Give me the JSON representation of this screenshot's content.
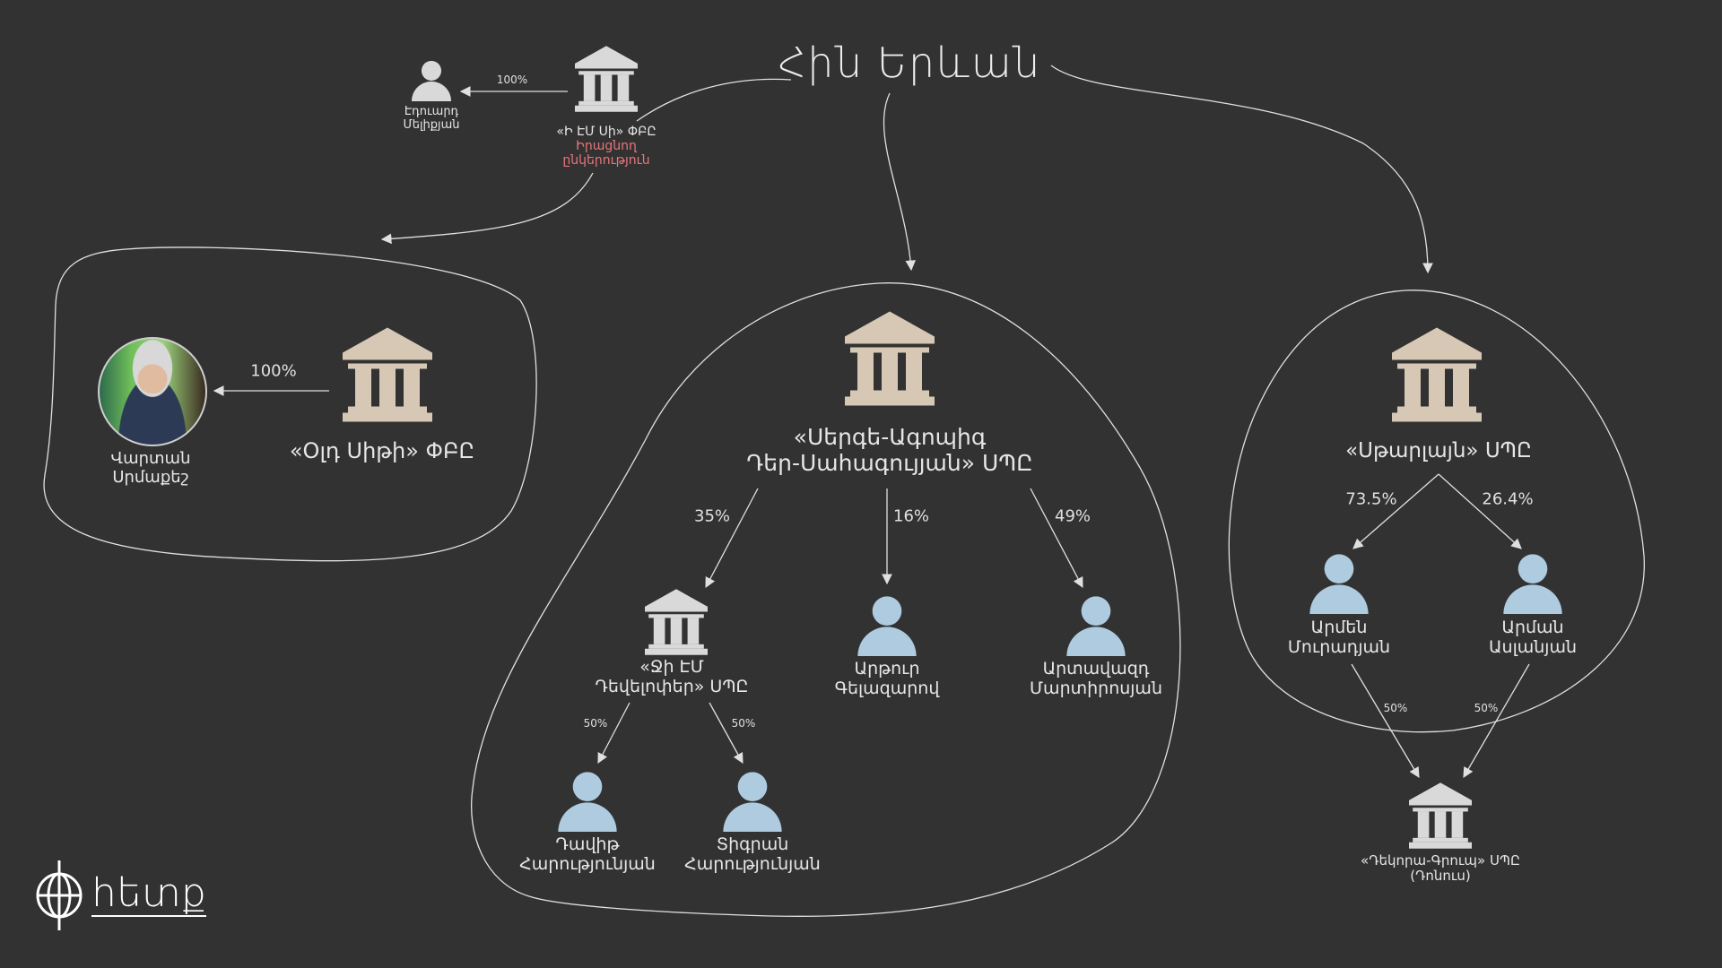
{
  "title": "Հին Երևան",
  "colors": {
    "background": "#323232",
    "line": "#e0e0e0",
    "bank_beige": "#d6c8b4",
    "bank_grey": "#d9d9d9",
    "person_blue": "#aecbe0",
    "person_grey": "#d9d9d9",
    "highlight_red": "#e8757a"
  },
  "top_group": {
    "company": {
      "name": "«Ի ԷՄ Սի» ՓԲԸ",
      "role_line1": "Իրացնող",
      "role_line2": "ընկերություն",
      "icon": "bank-icon"
    },
    "owner": {
      "line1": "Էդուարդ",
      "line2": "Մելիքյան",
      "icon": "person-icon"
    },
    "share": "100%"
  },
  "left_group": {
    "company": {
      "name": "«Օլդ Սիթի» ՓԲԸ",
      "icon": "bank-icon"
    },
    "owner": {
      "line1": "Վարտան",
      "line2": "Սրմաքեշ",
      "icon": "person-photo"
    },
    "share": "100%"
  },
  "middle_group": {
    "company": {
      "line1": "«Սերգե-Ագոպիգ",
      "line2": "Դեր-Սահագույյան» ՍՊԸ",
      "icon": "bank-icon"
    },
    "owners": [
      {
        "share": "35%",
        "line1": "«Ջի ԷՄ",
        "line2": "Դեվելոփեր» ՍՊԸ",
        "icon": "bank-icon"
      },
      {
        "share": "16%",
        "line1": "Արթուր",
        "line2": "Գելազարով",
        "icon": "person-icon"
      },
      {
        "share": "49%",
        "line1": "Արտավազդ",
        "line2": "Մարտիրոսյան",
        "icon": "person-icon"
      }
    ],
    "sub_owners": [
      {
        "share": "50%",
        "line1": "Դավիթ",
        "line2": "Հարությունյան",
        "icon": "person-icon"
      },
      {
        "share": "50%",
        "line1": "Տիգրան",
        "line2": "Հարությունյան",
        "icon": "person-icon"
      }
    ]
  },
  "right_group": {
    "company": {
      "name": "«Սթարլայն» ՍՊԸ",
      "icon": "bank-icon"
    },
    "owners": [
      {
        "share": "73.5%",
        "line1": "Արմեն",
        "line2": "Մուրադյան",
        "icon": "person-icon",
        "sub_share": "50%"
      },
      {
        "share": "26.4%",
        "line1": "Արման",
        "line2": "Ասլանյան",
        "icon": "person-icon",
        "sub_share": "50%"
      }
    ],
    "joint_company": {
      "line1": "«Դեկորա-Գրուպ» ՍՊԸ",
      "line2": "(Դոնուս)",
      "icon": "bank-icon"
    }
  },
  "logo": {
    "text": "հետք"
  }
}
